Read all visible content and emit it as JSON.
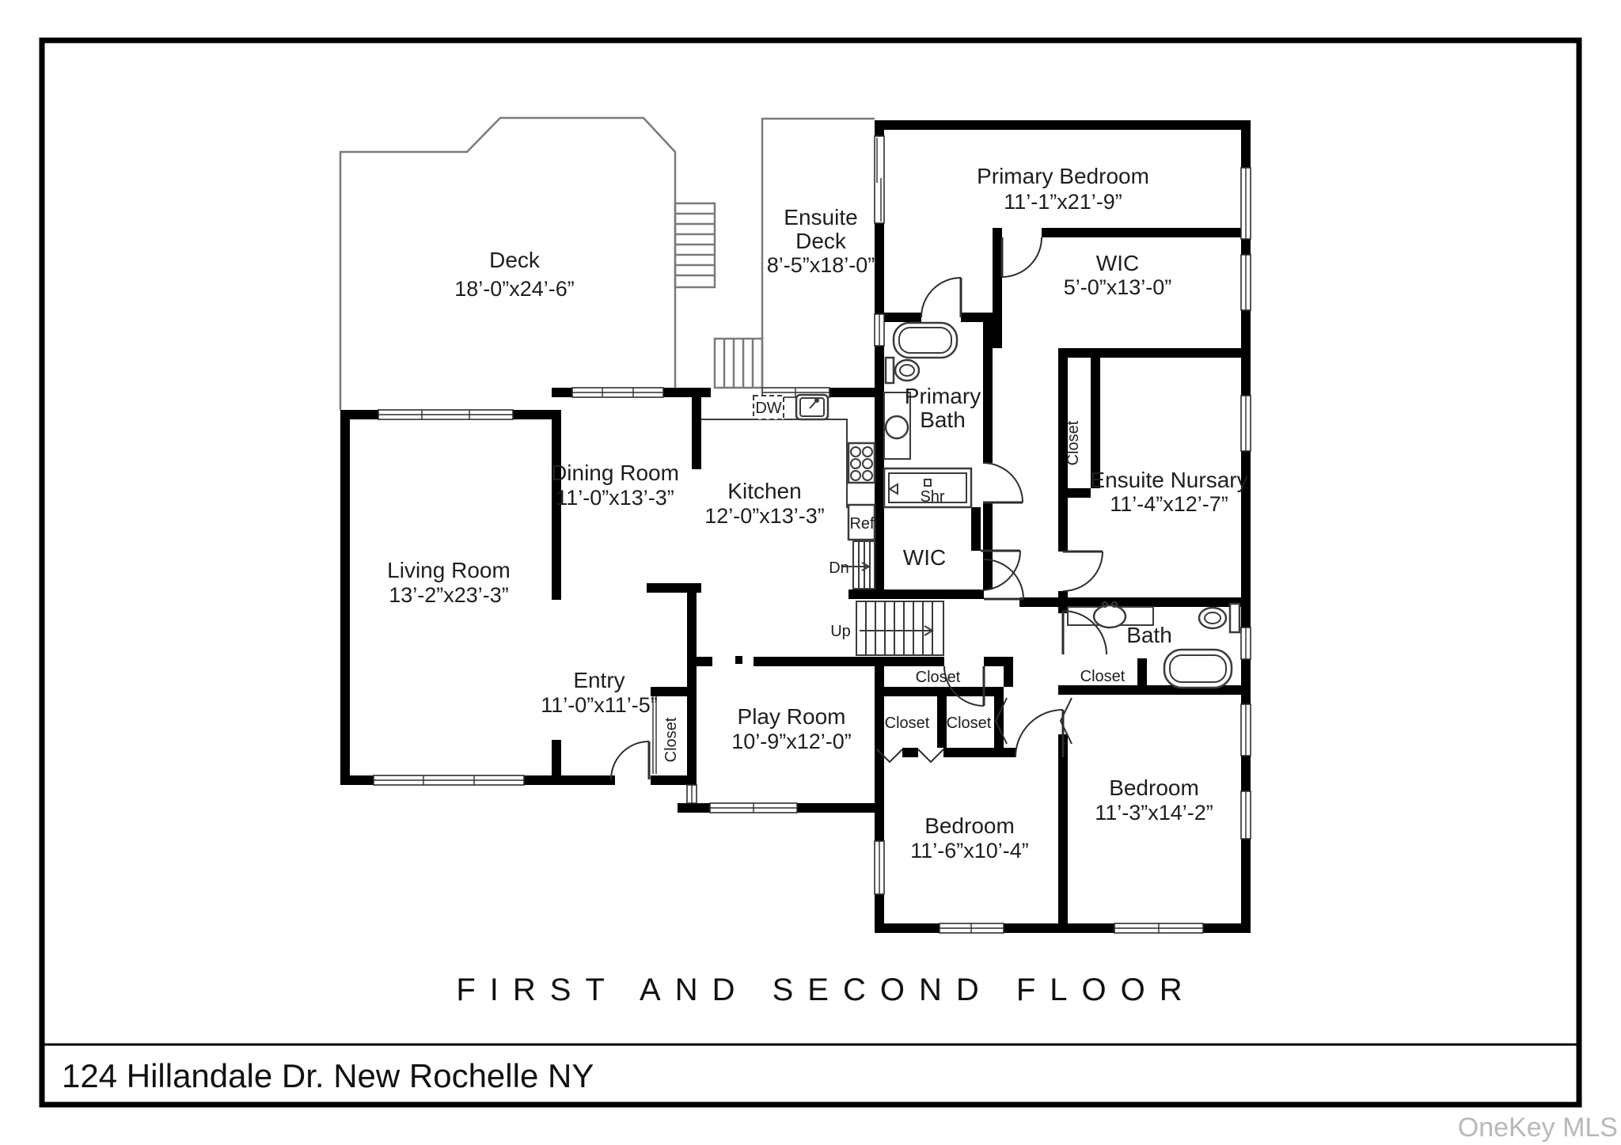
{
  "frame": {
    "address": "124 Hillandale Dr. New Rochelle NY",
    "title": "FIRST AND SECOND FLOOR",
    "watermark": "OneKey MLS"
  },
  "rooms": {
    "deck": {
      "name": "Deck",
      "dims": "18’-0”x24’-6”"
    },
    "ensuite_deck": {
      "line1": "Ensuite",
      "line2": "Deck",
      "dims": "8’-5”x18’-0”"
    },
    "primary_bedroom": {
      "name": "Primary Bedroom",
      "dims": "11’-1”x21’-9”"
    },
    "wic_primary": {
      "name": "WIC",
      "dims": "5’-0”x13’-0”"
    },
    "primary_bath": {
      "line1": "Primary",
      "line2": "Bath"
    },
    "ensuite_nursary": {
      "name": "Ensuite Nursary",
      "dims": "11’-4”x12’-7”"
    },
    "dining_room": {
      "name": "Dining Room",
      "dims": "11’-0”x13’-3”"
    },
    "kitchen": {
      "name": "Kitchen",
      "dims": "12’-0”x13’-3”"
    },
    "living_room": {
      "name": "Living Room",
      "dims": "13’-2”x23’-3”"
    },
    "wic_hall": {
      "name": "WIC"
    },
    "bath": {
      "name": "Bath"
    },
    "entry": {
      "name": "Entry",
      "dims": "11’-0”x11’-5”"
    },
    "play_room": {
      "name": "Play Room",
      "dims": "10’-9”x12’-0”"
    },
    "bedroom_small": {
      "name": "Bedroom",
      "dims": "11’-6”x10’-4”"
    },
    "bedroom_large": {
      "name": "Bedroom",
      "dims": "11’-3”x14’-2”"
    }
  },
  "fixtures": {
    "dw": "DW",
    "ref": "Ref",
    "shr": "Shr",
    "closet": "Closet",
    "dn": "Dn",
    "up": "Up"
  },
  "colors": {
    "wall": "#000000",
    "deck_outline": "#7a7a7a",
    "watermark": "#b9b9b9"
  }
}
